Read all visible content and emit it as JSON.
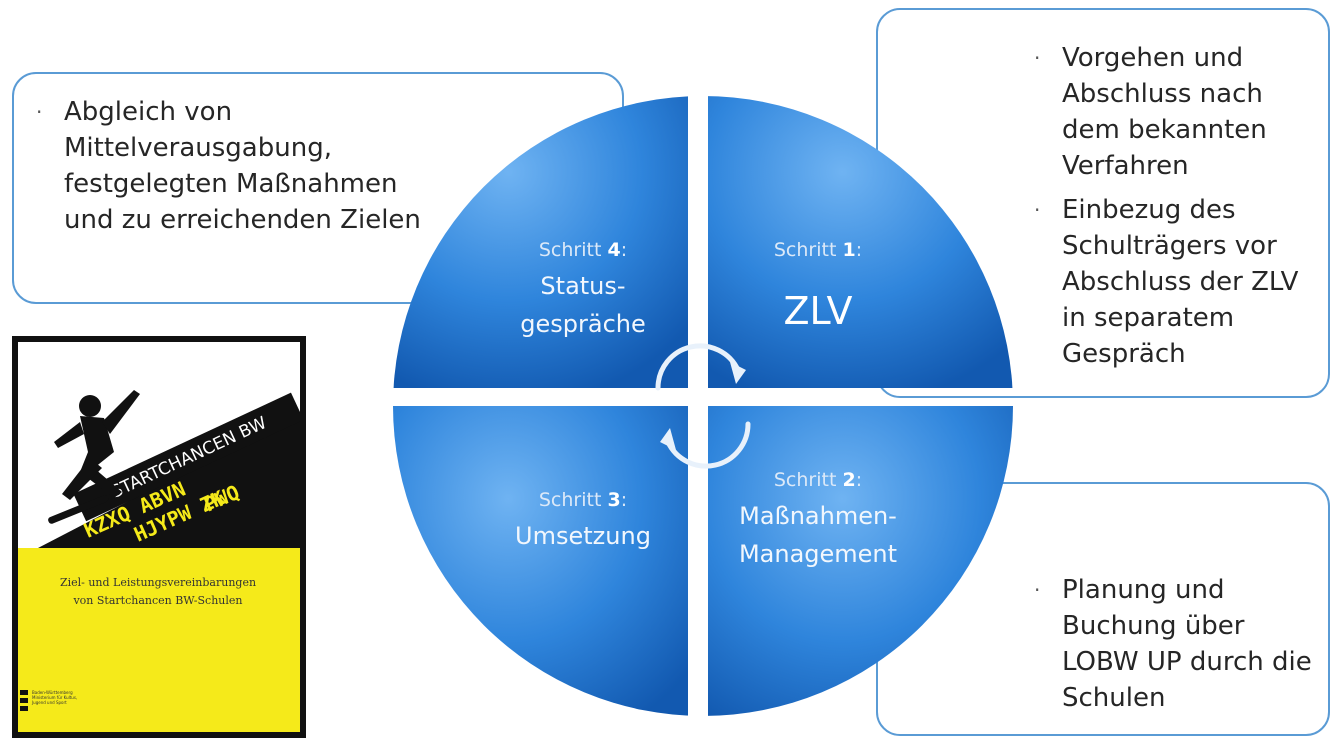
{
  "callouts": {
    "left": {
      "bullets": [
        "Abgleich von Mittelverausgabung, festgelegten Maßnahmen und zu erreichenden Zielen"
      ]
    },
    "top_right": {
      "bullets": [
        "Vorgehen und Abschluss nach dem bekannten Verfahren",
        "Einbezug des Schulträgers vor Abschluss der ZLV in separatem Gespräch"
      ]
    },
    "bottom_right": {
      "bullets": [
        "Planung und Buchung über LOBW UP durch die Schulen"
      ]
    },
    "bullet_symbol": "·"
  },
  "cycle": {
    "steps": [
      {
        "step_word": "Schritt",
        "number": "1",
        "suffix": ":",
        "title_lines": [
          "ZLV"
        ]
      },
      {
        "step_word": "Schritt",
        "number": "2",
        "suffix": ":",
        "title_lines": [
          "Maßnahmen-",
          "Management"
        ]
      },
      {
        "step_word": "Schritt",
        "number": "3",
        "suffix": ":",
        "title_lines": [
          "Umsetzung"
        ]
      },
      {
        "step_word": "Schritt",
        "number": "4",
        "suffix": ":",
        "title_lines": [
          "Status-",
          "gespräche"
        ]
      }
    ],
    "colors": {
      "light": "#6fb3f2",
      "mid": "#2f85dc",
      "dark": "#1259b0"
    }
  },
  "cover": {
    "banner": "STARTCHANCEN BW",
    "title_lines": [
      "Ziel- und Leistungsvereinbarungen",
      "von Startchancen BW-Schulen"
    ],
    "ministry_lines": [
      "Baden-Württemberg",
      "Ministerium für Kultus,",
      "Jugend und Sport"
    ],
    "yellow": "#f5ea1a"
  }
}
